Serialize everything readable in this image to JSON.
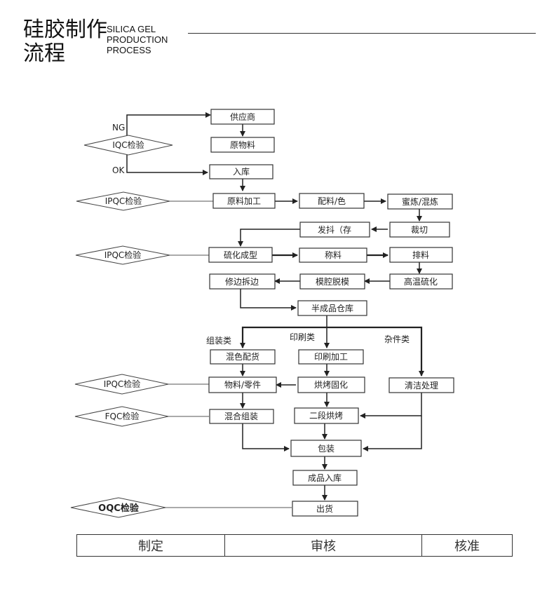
{
  "header": {
    "title_line1": "硅胶制作",
    "title_line2": "流程",
    "en_line1": "SILICA GEL",
    "en_line2": "PRODUCTION",
    "en_line3": "PROCESS"
  },
  "nodes": {
    "supplier": "供应商",
    "raw": "原物料",
    "storein": "入库",
    "rawproc": "原料加工",
    "mix_color": "配料/色",
    "mill": "蜜炼/混炼",
    "cut": "裁切",
    "dispatch": "发抖（存",
    "mold": "硫化成型",
    "weigh": "称料",
    "arrange": "排料",
    "trim": "修边拆边",
    "demold": "模腔脱模",
    "hivulc": "高温硫化",
    "semi": "半成品仓库",
    "mixcolor2": "混色配货",
    "printproc": "印刷加工",
    "clean": "清洁处理",
    "parts": "物料/零件",
    "bake": "烘烤固化",
    "assemble": "混合组装",
    "bake2": "二段烘烤",
    "pack": "包装",
    "finished": "成品入库",
    "ship": "出货"
  },
  "checks": {
    "iqc": "IQC检验",
    "ipqc1": "IPQC检验",
    "ipqc2": "IPQC检验",
    "ipqc3": "IPQC检验",
    "fqc": "FQC检验",
    "oqc": "OQC检验"
  },
  "labels": {
    "ng": "NG",
    "ok": "OK",
    "group_assembly": "组装类",
    "group_print": "印刷类",
    "group_misc": "杂件类"
  },
  "signoff": {
    "prepared": "制定",
    "reviewed": "审核",
    "approved": "核准"
  }
}
